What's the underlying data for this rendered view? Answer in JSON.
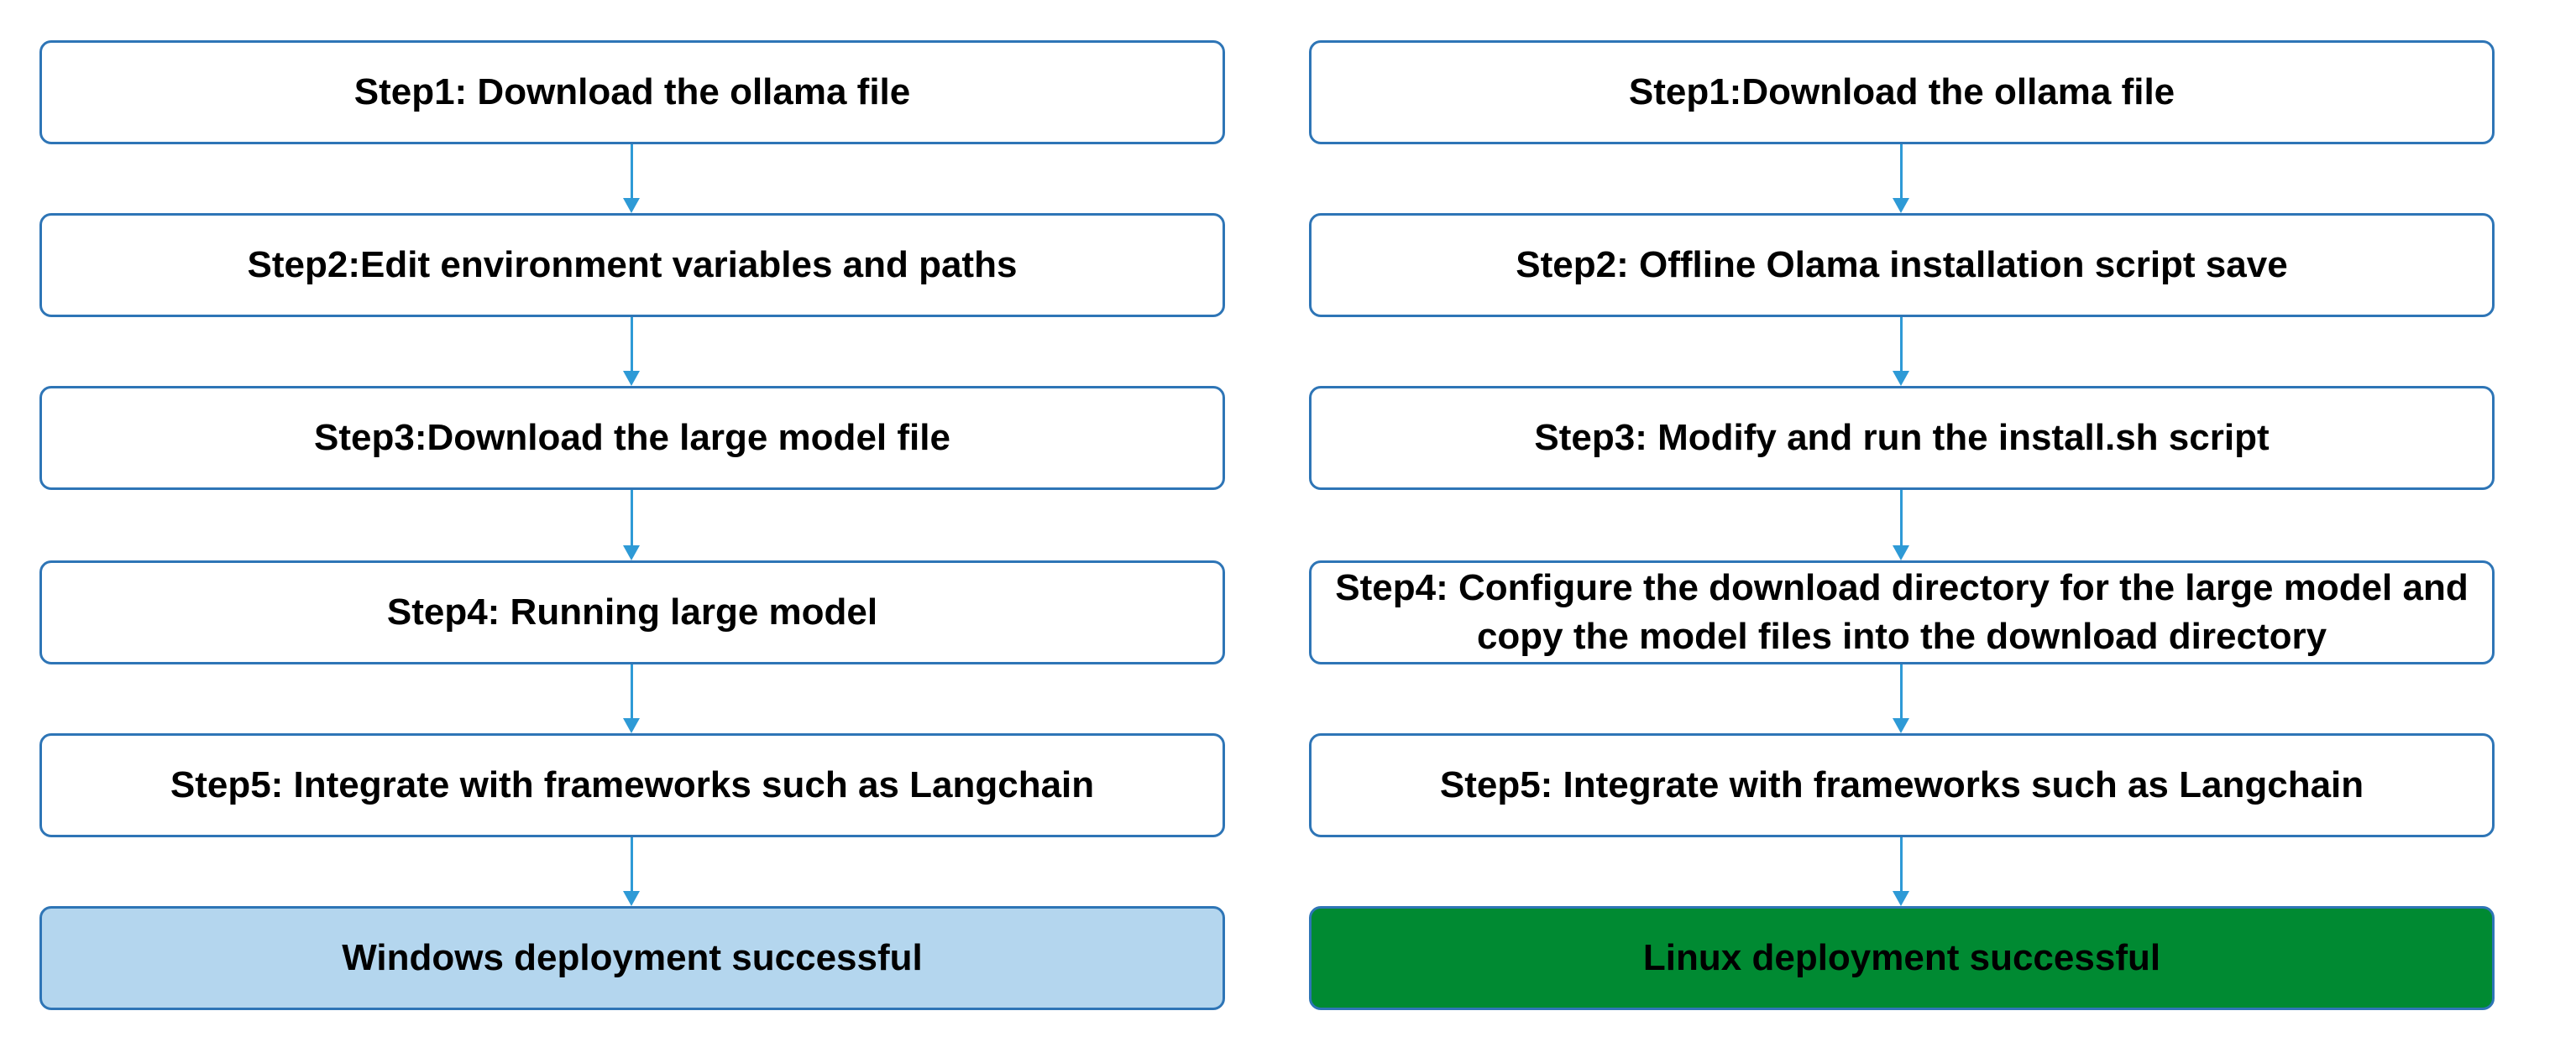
{
  "windows_flow": {
    "steps": [
      "Step1: Download the ollama file",
      "Step2:Edit environment variables and paths",
      "Step3:Download the large model file",
      "Step4: Running  large model",
      "Step5: Integrate with frameworks such as Langchain"
    ],
    "result": "Windows deployment successful",
    "result_color": "#b4d6ee"
  },
  "linux_flow": {
    "steps": [
      "Step1:Download the ollama file",
      "Step2: Offline Olama installation script save",
      "Step3: Modify and run the install.sh script",
      "Step4: Configure the download directory for the large model and copy the model files into the download directory",
      "Step5: Integrate with frameworks such as Langchain"
    ],
    "result": "Linux deployment successful",
    "result_color": "#008a32"
  },
  "colors": {
    "box_border": "#2e75b6",
    "arrow": "#2e9ad6"
  }
}
